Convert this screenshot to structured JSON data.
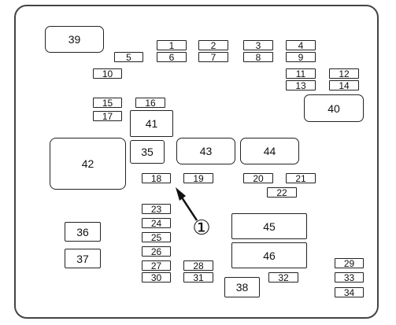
{
  "diagram": {
    "fuses": {
      "f1": "1",
      "f2": "2",
      "f3": "3",
      "f4": "4",
      "f5": "5",
      "f6": "6",
      "f7": "7",
      "f8": "8",
      "f9": "9",
      "f10": "10",
      "f11": "11",
      "f12": "12",
      "f13": "13",
      "f14": "14",
      "f15": "15",
      "f16": "16",
      "f17": "17",
      "f18": "18",
      "f19": "19",
      "f20": "20",
      "f21": "21",
      "f22": "22",
      "f23": "23",
      "f24": "24",
      "f25": "25",
      "f26": "26",
      "f27": "27",
      "f28": "28",
      "f29": "29",
      "f30": "30",
      "f31": "31",
      "f32": "32",
      "f33": "33",
      "f34": "34"
    },
    "relays": {
      "r35": "35",
      "r36": "36",
      "r37": "37",
      "r38": "38",
      "r39": "39",
      "r40": "40",
      "r41": "41",
      "r42": "42",
      "r43": "43",
      "r44": "44",
      "r45": "45",
      "r46": "46"
    },
    "callout_label": "①"
  }
}
